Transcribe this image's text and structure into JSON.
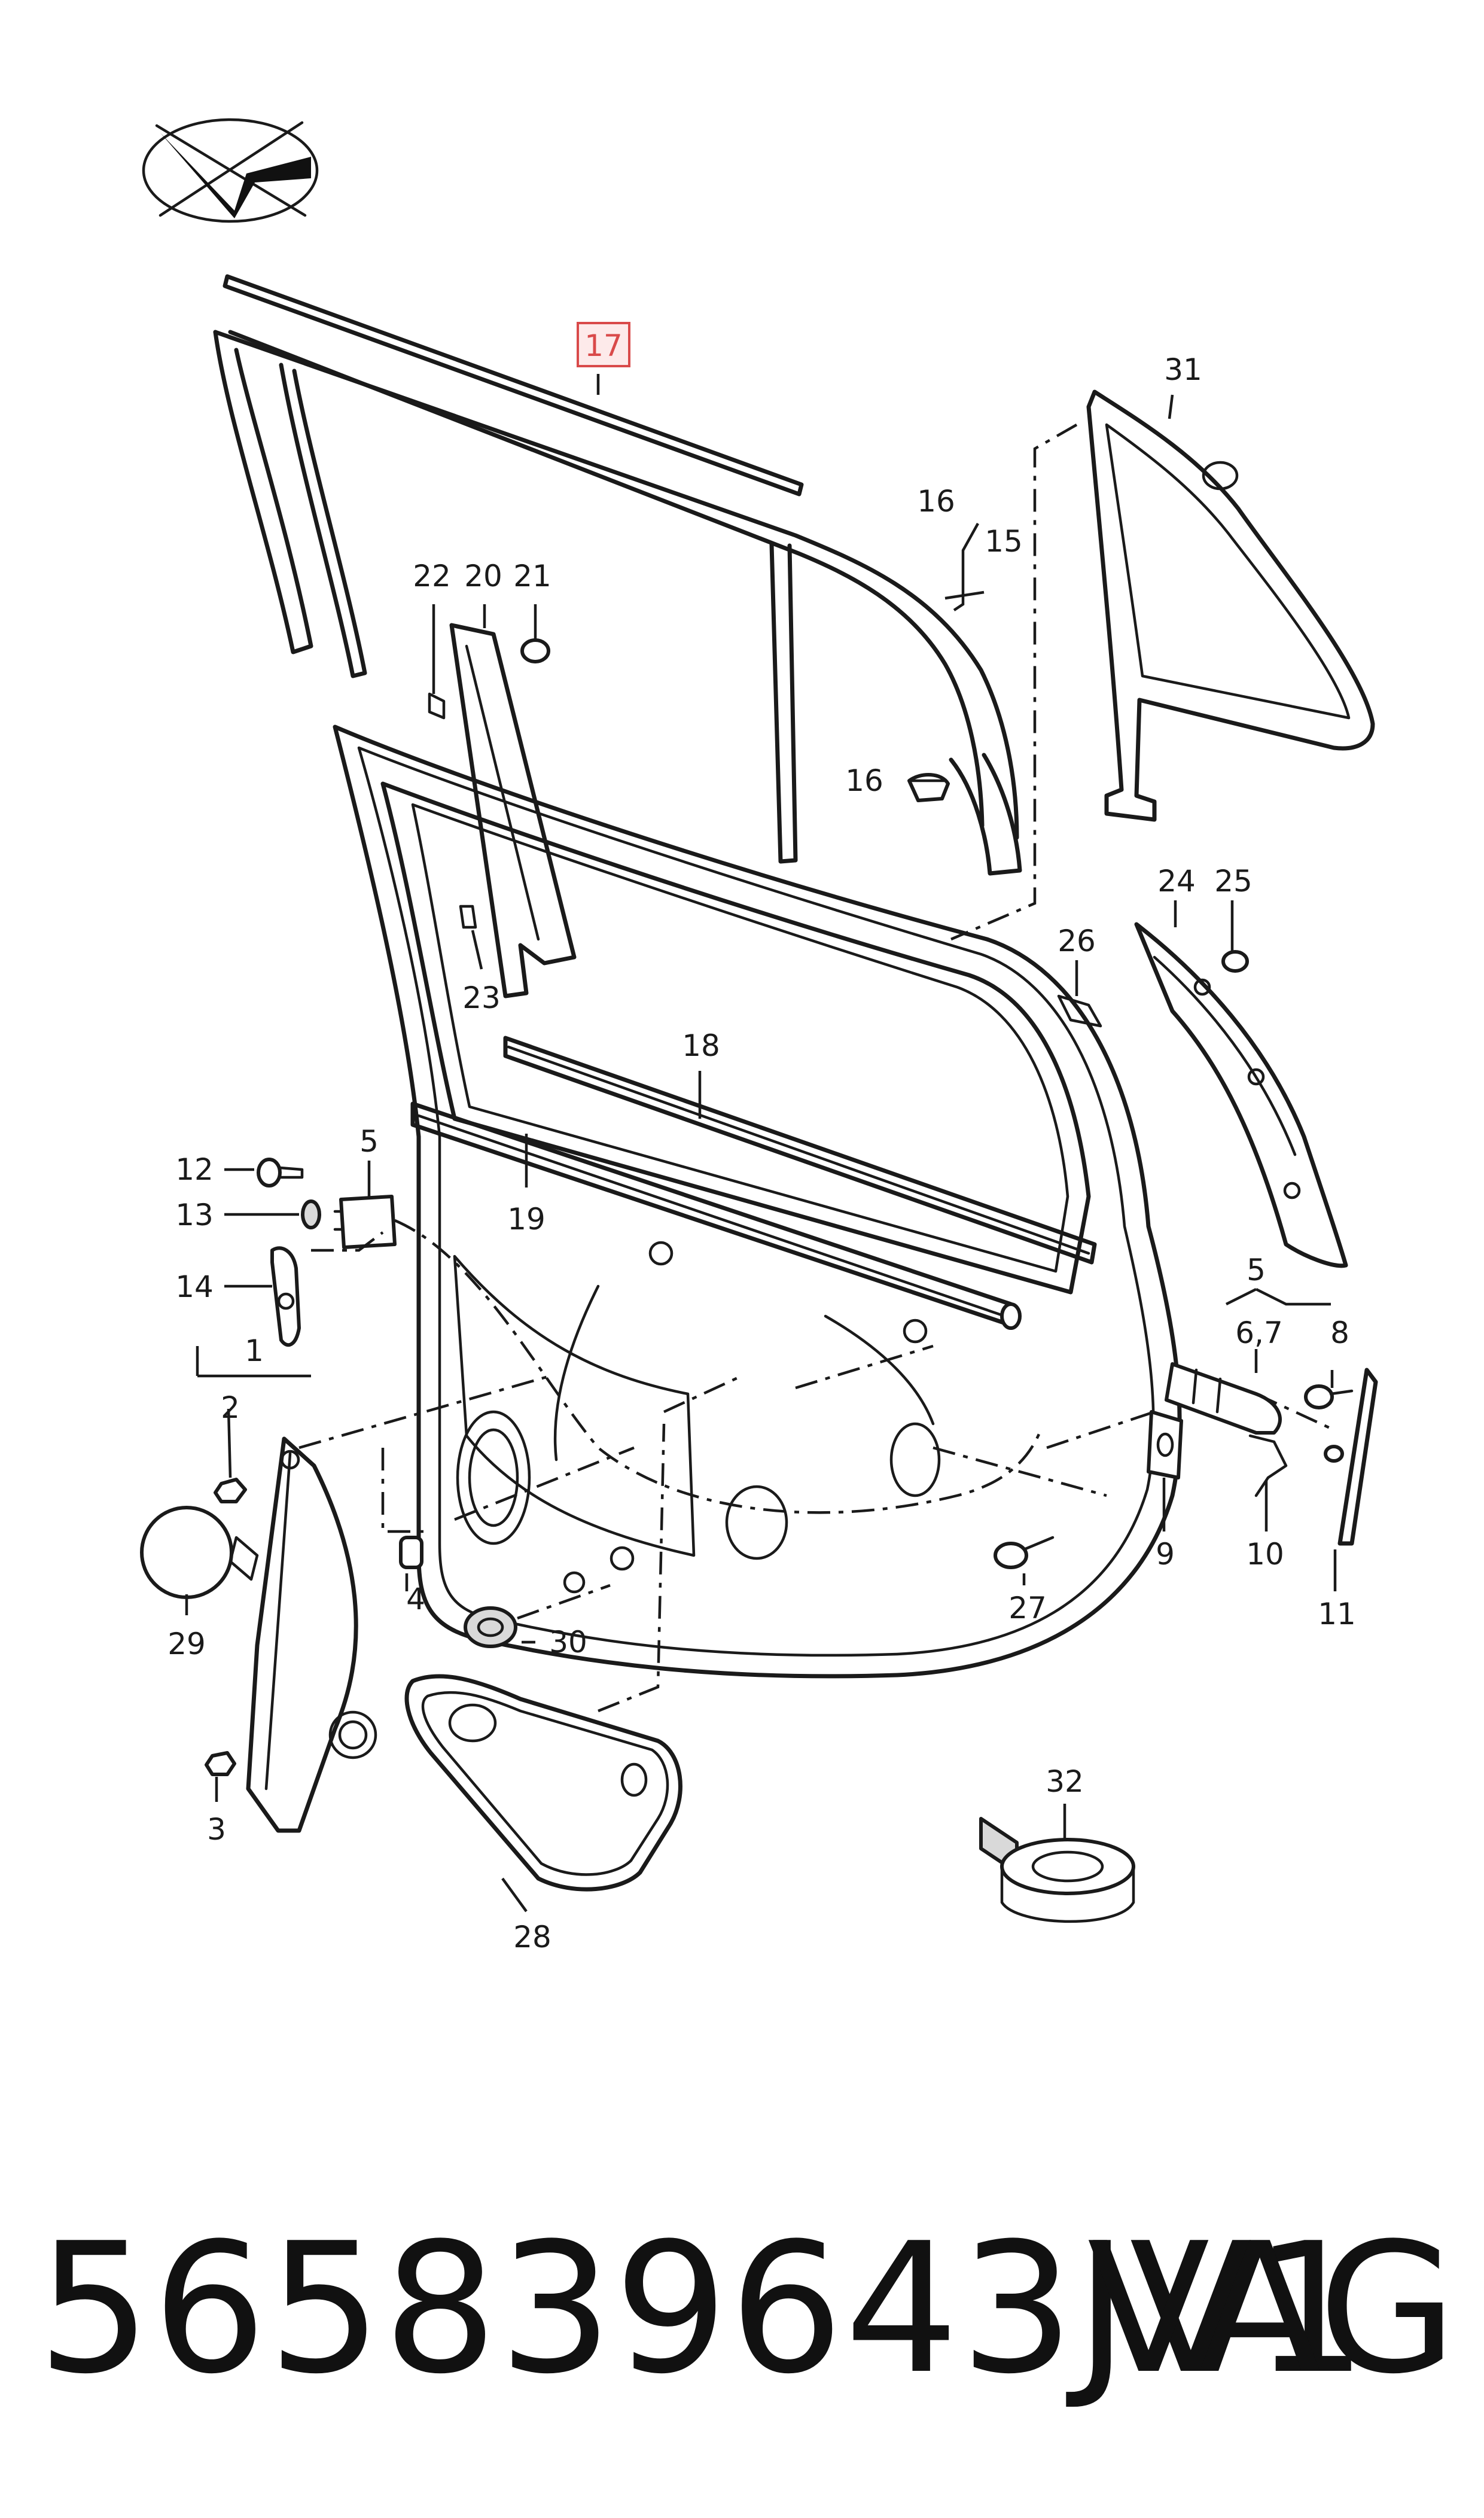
{
  "callouts": {
    "c1": "1",
    "c2": "2",
    "c3": "3",
    "c4": "4",
    "c5a": "5",
    "c5b": "5",
    "c67": "6,7",
    "c8": "8",
    "c9": "9",
    "c10": "10",
    "c11": "11",
    "c12": "12",
    "c13": "13",
    "c14": "14",
    "c15": "15",
    "c16a": "16",
    "c16b": "16",
    "c17": "17",
    "c18": "18",
    "c19": "19",
    "c20": "20",
    "c21": "21",
    "c22": "22",
    "c23": "23",
    "c24": "24",
    "c25": "25",
    "c26": "26",
    "c27": "27",
    "c28": "28",
    "c29": "29",
    "c30": "30",
    "c31": "31",
    "c32": "32"
  },
  "highlighted_part": "17",
  "highlight_color": "#d94a4a",
  "footer": {
    "part_number": "565839643JV1",
    "brand": "VAG"
  }
}
